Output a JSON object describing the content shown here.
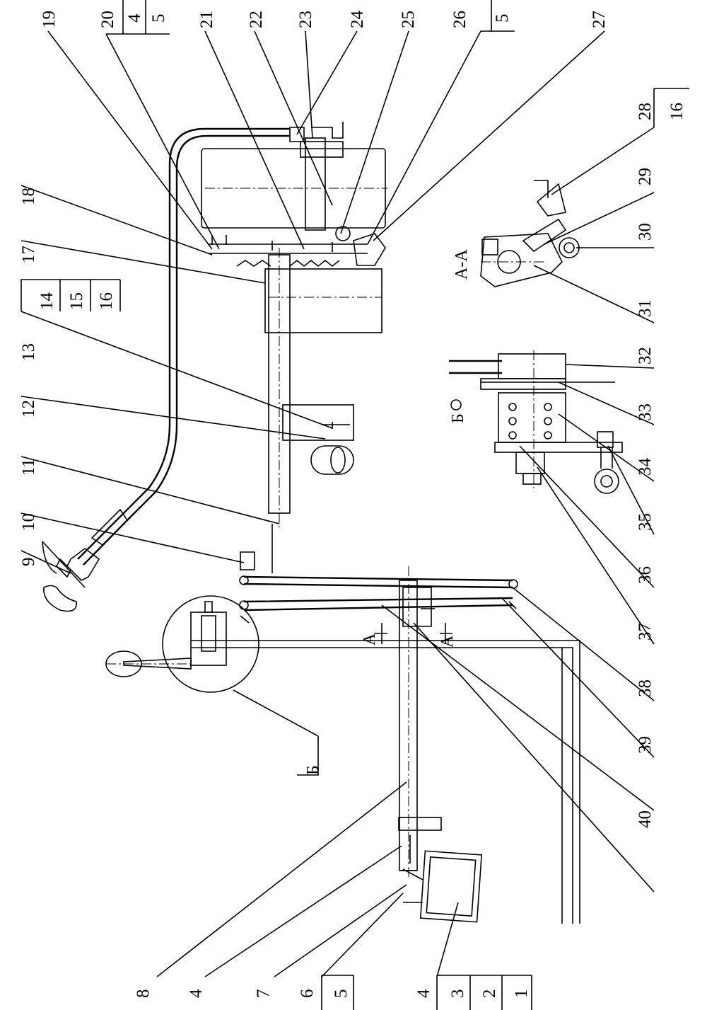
{
  "drawing": {
    "callouts_top": [
      "19",
      "20",
      "4",
      "5",
      "21",
      "22",
      "23",
      "24",
      "25",
      "26",
      "5",
      "27"
    ],
    "callouts_right": [
      "28",
      "16",
      "29",
      "30",
      "31",
      "32",
      "33",
      "34",
      "35",
      "36",
      "37",
      "38",
      "39",
      "40"
    ],
    "callouts_left_top": [
      "18",
      "17",
      "14",
      "15",
      "16",
      "13",
      "12",
      "11",
      "10",
      "9"
    ],
    "callouts_bottom": [
      "8",
      "4",
      "7",
      "6",
      "5",
      "4",
      "3",
      "2",
      "1"
    ],
    "views": {
      "section_aa": "А-А",
      "view_b": "Б",
      "view_b_detail": "Б",
      "cut_a1": "А",
      "cut_a2": "А"
    }
  }
}
